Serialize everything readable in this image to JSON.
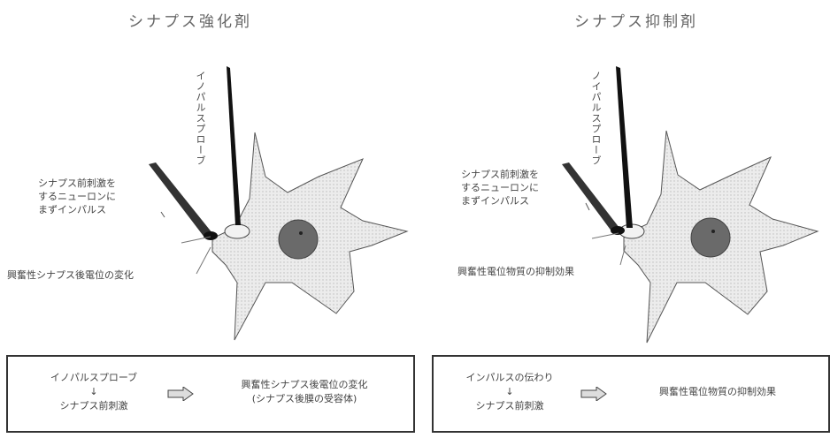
{
  "left_panel": {
    "title": "シナプス強化剤",
    "probe_label": "イノパルスプローブ",
    "stim_label": "シナプス前刺激を\nするニューロンに\nまずインパルス",
    "effect_label": "興奮性シナプス後電位の変化"
  },
  "right_panel": {
    "title": "シナプス抑制剤",
    "probe_label": "ノイパルスプローブ",
    "stim_label": "シナプス前刺激を\nするニューロンに\nまずインパルス",
    "effect_label": "興奮性電位物質の抑制効果"
  },
  "left_box": {
    "cause_line1": "イノパルスプローブ",
    "cause_line2": "↓",
    "cause_line3": "シナプス前刺激",
    "result_line1": "興奮性シナプス後電位の変化",
    "result_line2": "(シナプス後膜の受容体)"
  },
  "right_box": {
    "cause_line1": "インパルスの伝わり",
    "cause_line2": "↓",
    "cause_line3": "シナプス前刺激",
    "result_line1": "興奮性電位物質の抑制効果"
  },
  "colors": {
    "cell_fill": "#e8e8e8",
    "nucleus": "#6a6a6a",
    "axon": "#111111",
    "border": "#333333"
  }
}
